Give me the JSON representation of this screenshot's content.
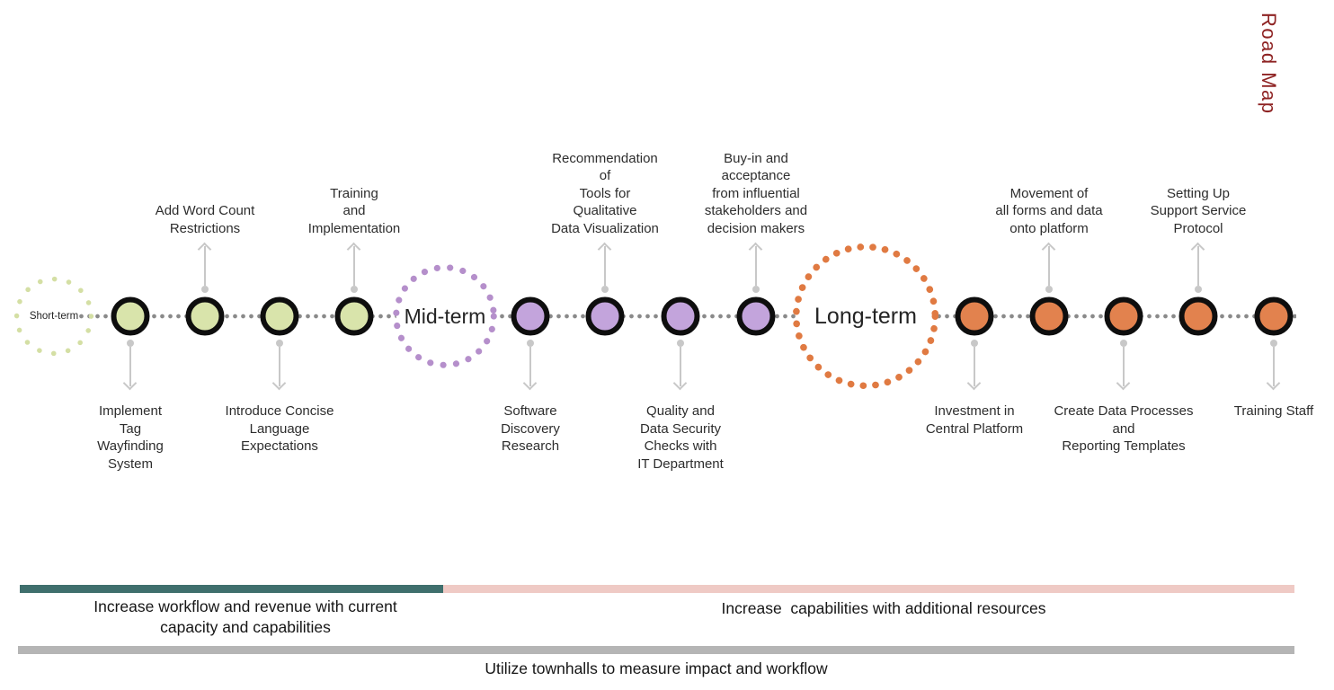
{
  "title": "Road Map",
  "colors": {
    "short_term_dots": "#d4dfa4",
    "short_term_fill": "#d9e4ab",
    "mid_term_dots": "#b58fcb",
    "mid_term_fill": "#c3a4dc",
    "long_term_dots": "#e07a42",
    "long_term_fill": "#e2824e",
    "node_border": "#0e0e0e",
    "timeline_dots": "#8a8a8a",
    "arrows": "#c8c8c8",
    "title_text": "#8e2323",
    "bar_teal": "#3f6f6d",
    "bar_pink": "#efcac5",
    "bar_gray": "#b5b5b5"
  },
  "terms": [
    {
      "label": "Short-term"
    },
    {
      "label": "Mid-term"
    },
    {
      "label": "Long-term"
    }
  ],
  "milestones": [
    {
      "phase": "short-term",
      "position": "below",
      "label": "Implement\nTag\nWayfinding\nSystem"
    },
    {
      "phase": "short-term",
      "position": "above",
      "label": "Add Word Count\nRestrictions"
    },
    {
      "phase": "short-term",
      "position": "below",
      "label": "Introduce Concise\nLanguage\nExpectations"
    },
    {
      "phase": "short-term",
      "position": "above",
      "label": "Training\nand\nImplementation"
    },
    {
      "phase": "mid-term",
      "position": "below",
      "label": "Software\nDiscovery\nResearch"
    },
    {
      "phase": "mid-term",
      "position": "above",
      "label": "Recommendation\nof\nTools for\nQualitative\nData Visualization"
    },
    {
      "phase": "mid-term",
      "position": "below",
      "label": "Quality and\nData Security\nChecks with\nIT Department"
    },
    {
      "phase": "mid-term",
      "position": "above",
      "label": "Buy-in and\nacceptance\nfrom influential\nstakeholders and\ndecision makers"
    },
    {
      "phase": "long-term",
      "position": "below",
      "label": "Investment in\nCentral Platform"
    },
    {
      "phase": "long-term",
      "position": "above",
      "label": "Movement of\nall forms and data\nonto platform"
    },
    {
      "phase": "long-term",
      "position": "below",
      "label": "Create Data Processes\nand\nReporting Templates"
    },
    {
      "phase": "long-term",
      "position": "above",
      "label": "Setting Up\nSupport Service\nProtocol"
    },
    {
      "phase": "long-term",
      "position": "below",
      "label": "Training Staff"
    }
  ],
  "footer": {
    "phase1_label": "Increase workflow and revenue with current\ncapacity and capabilities",
    "phase2_label": "Increase  capabilities with additional resources",
    "townhall_label": "Utilize townhalls to measure impact and workflow"
  }
}
